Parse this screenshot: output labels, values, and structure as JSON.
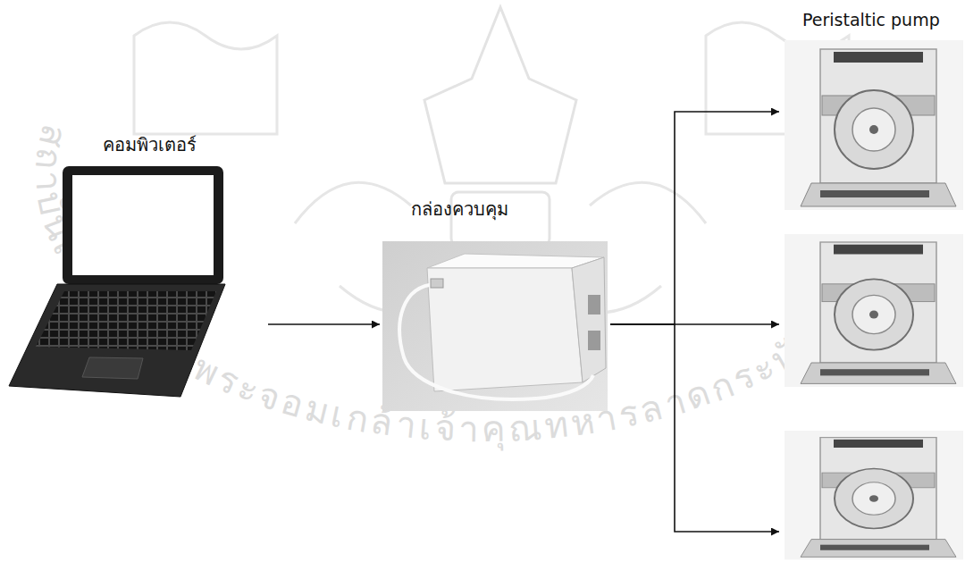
{
  "diagram": {
    "nodes": [
      {
        "text": [
          "คอมพิวเตอร์"
        ]
      },
      {
        "text": [
          "กล่องควบคุม"
        ]
      },
      {
        "text": [
          "Peristaltic pump"
        ]
      },
      {
        "text": [],
        "in": 2
      },
      {
        "text": [],
        "in": 2
      },
      {
        "text": [],
        "in": 2
      }
    ],
    "edges": [
      {
        "from": 0,
        "to": 1,
        "arrow": "to"
      },
      {
        "from": 1,
        "to": 3,
        "arrow": "to"
      },
      {
        "from": 1,
        "to": 4,
        "arrow": "to"
      },
      {
        "from": 1,
        "to": 5,
        "arrow": "to"
      }
    ],
    "labels": [
      "สถาบันเทคโนโลยีพระจอมเกล้าเจ้าคุณทหารลาดกระบัง"
    ]
  }
}
